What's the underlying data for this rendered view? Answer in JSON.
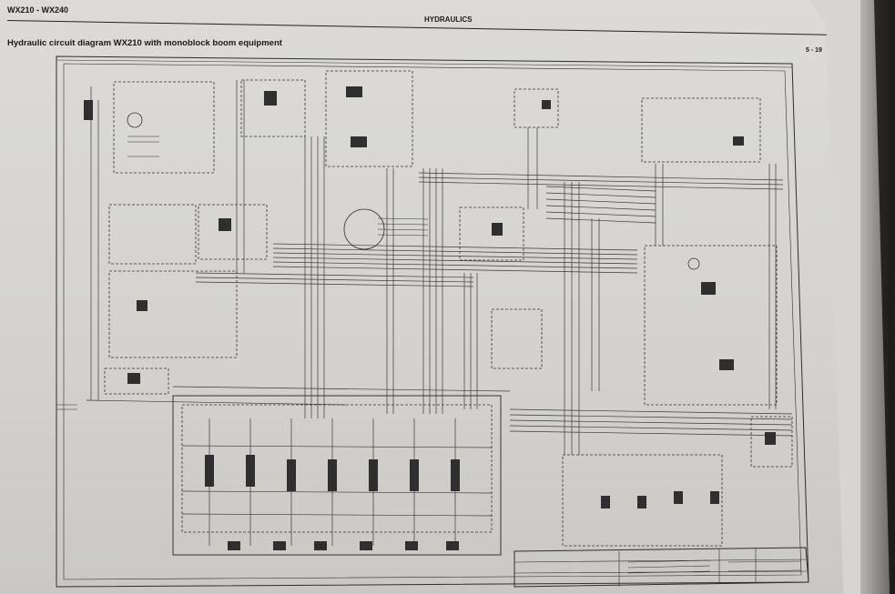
{
  "document": {
    "model": "WX210 - WX240",
    "section": "HYDRAULICS",
    "title": "Hydraulic circuit diagram WX210 with monoblock boom equipment",
    "page_number": "5 - 19"
  },
  "colors": {
    "paper": "#d8d7d3",
    "ink": "#2a2a2a",
    "background": "#3f3c39"
  }
}
